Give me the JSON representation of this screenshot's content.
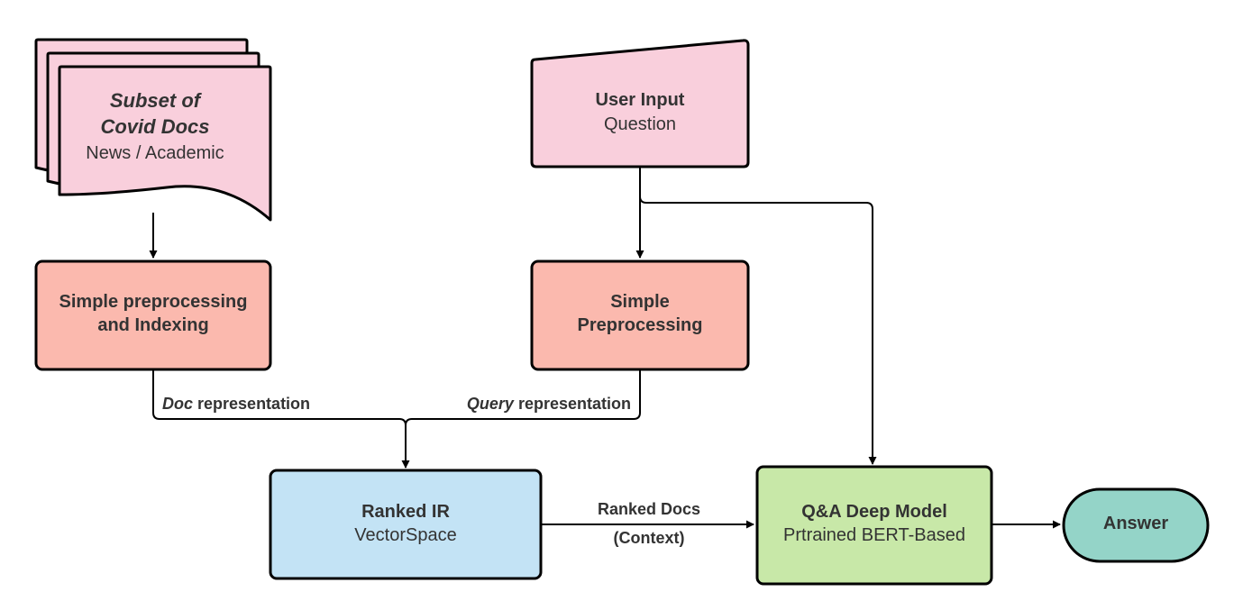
{
  "colors": {
    "docs_fill": "#f9cfdc",
    "input_fill": "#f9cfdc",
    "preprocess_fill": "#fbb9ae",
    "ranked_ir_fill": "#c3e3f5",
    "qa_fill": "#c8e8a8",
    "answer_fill": "#94d4c8",
    "stroke": "#000000",
    "text": "#333333"
  },
  "nodes": {
    "docs": {
      "title_line1": "Subset of",
      "title_line2": "Covid Docs",
      "subtitle": "News / Academic"
    },
    "doc_preprocess": {
      "line1": "Simple preprocessing",
      "line2": "and Indexing"
    },
    "user_input": {
      "title": "User Input",
      "subtitle": "Question"
    },
    "query_preprocess": {
      "line1": "Simple",
      "line2": "Preprocessing"
    },
    "ranked_ir": {
      "title": "Ranked IR",
      "subtitle": "VectorSpace"
    },
    "qa_model": {
      "title": "Q&A Deep Model",
      "subtitle": "Prtrained BERT-Based"
    },
    "answer": {
      "label": "Answer"
    }
  },
  "edges": {
    "doc_rep": {
      "emph": "Doc",
      "rest": " representation"
    },
    "query_rep": {
      "emph": "Query",
      "rest": " representation"
    },
    "ranked_docs": {
      "line1": "Ranked Docs",
      "line2": "(Context)"
    }
  }
}
